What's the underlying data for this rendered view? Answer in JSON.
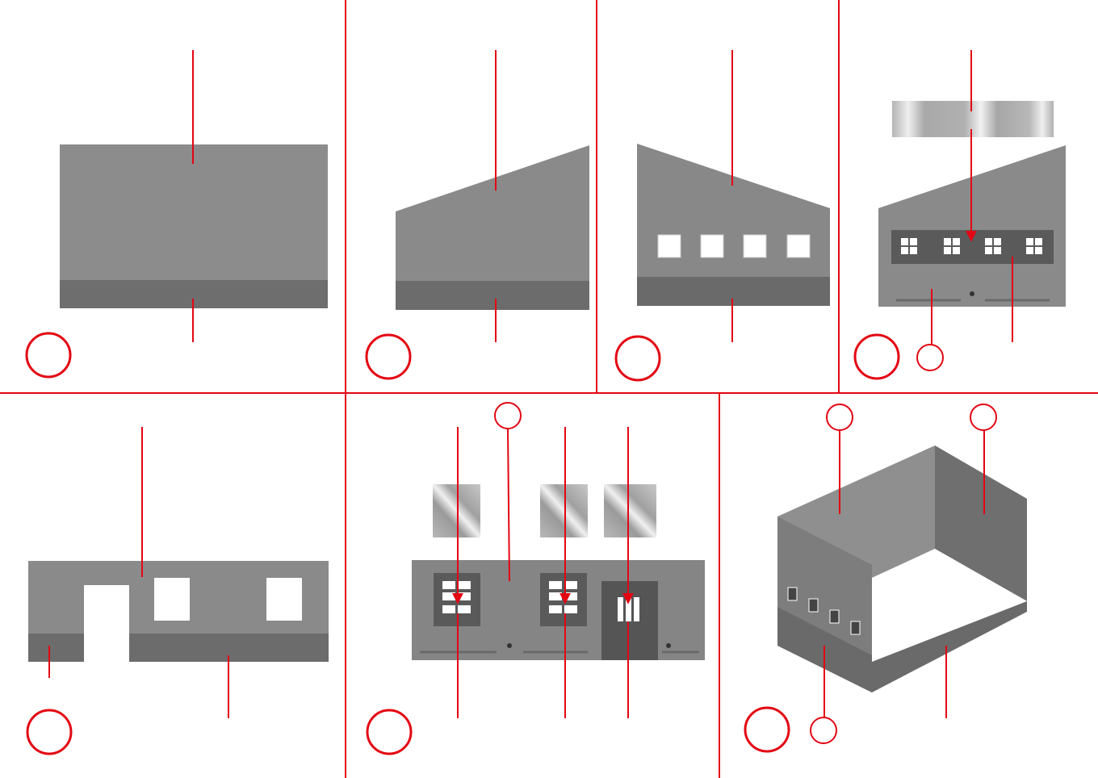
{
  "title": "",
  "palette": {
    "divider": "#e30613",
    "leader": "#e30613",
    "wall_face": "#8c8c8c",
    "wall_base": "#6e6e6e",
    "wall_dark": "#5e5e5e",
    "window_opening": "#ffffff",
    "window_frame": "#555555",
    "glazing_light": "#e6e6e6",
    "glazing_mid": "#a8a8a8"
  },
  "steps": [
    {
      "id": "1",
      "label": "",
      "description_visible": false
    },
    {
      "id": "2",
      "label": "",
      "description_visible": false
    },
    {
      "id": "3",
      "label": "",
      "description_visible": false
    },
    {
      "id": "4",
      "label": "",
      "sub_callouts": [
        ""
      ]
    },
    {
      "id": "5",
      "label": ""
    },
    {
      "id": "6",
      "label": "",
      "sub_callouts": [
        ""
      ]
    },
    {
      "id": "7",
      "label": "",
      "sub_callouts": [
        "",
        "",
        ""
      ]
    }
  ]
}
